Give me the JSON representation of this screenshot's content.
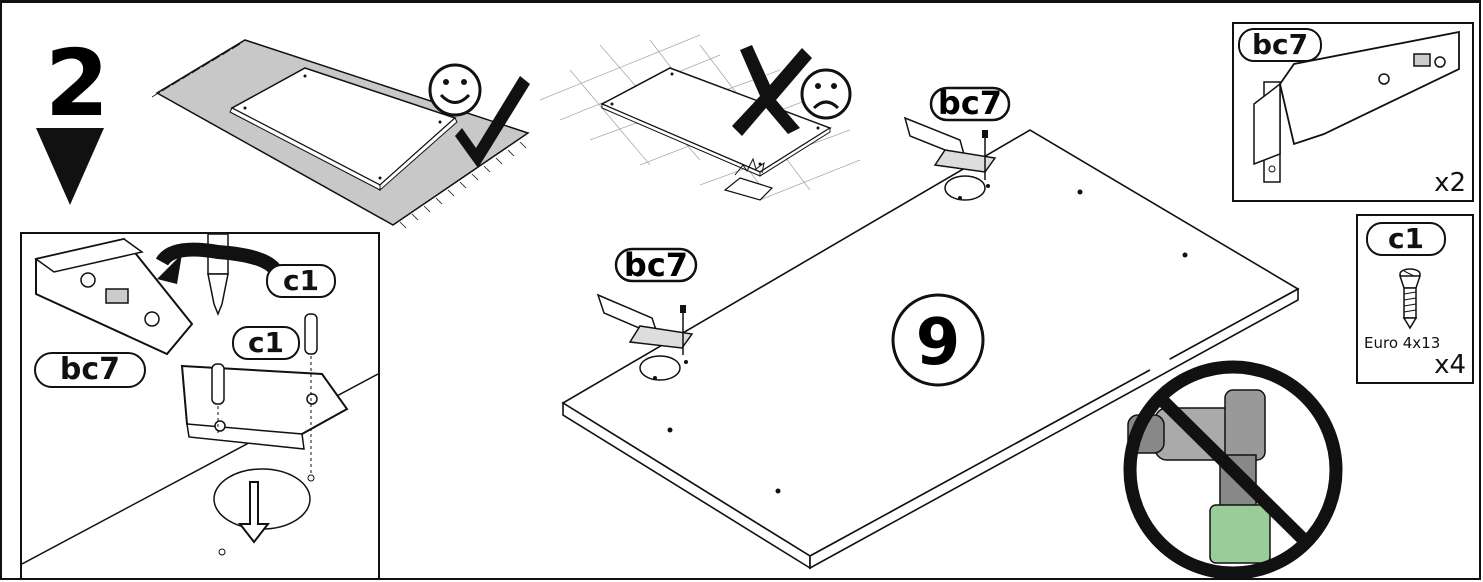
{
  "step": {
    "number": "2"
  },
  "labels": {
    "hinge_code": "bc7",
    "screw_code": "c1",
    "panel_number": "9"
  },
  "parts": [
    {
      "code": "bc7",
      "quantity": "x2"
    },
    {
      "code": "c1",
      "description": "Euro 4x13",
      "quantity": "x4"
    }
  ]
}
